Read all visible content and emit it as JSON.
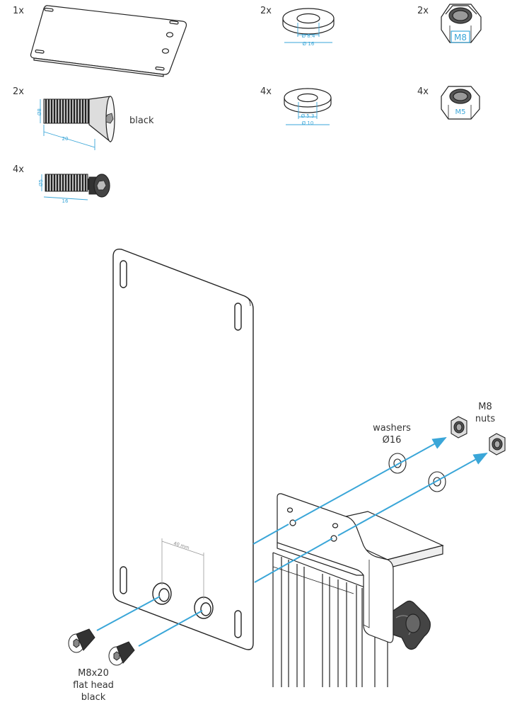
{
  "parts": {
    "plate_qty": "1x",
    "screw_m8_qty": "2x",
    "screw_m5_qty": "4x",
    "washer_m8_qty": "2x",
    "washer_m5_qty": "4x",
    "nut_m8_qty": "2x",
    "nut_m5_qty": "4x",
    "screw_m8_color": "black",
    "screw_m8_diameter": "Ø8",
    "screw_m8_length": "20",
    "screw_m5_diameter": "Ø5",
    "screw_m5_length": "16",
    "washer_m8_inner": "Ø 8.4",
    "washer_m8_outer": "Ø 16",
    "washer_m5_inner": "Ø 5.3",
    "washer_m5_outer": "Ø 10",
    "nut_m8_label": "M8",
    "nut_m5_label": "M5"
  },
  "assembly": {
    "hole_spacing": "40 mm",
    "washers_label_1": "washers",
    "washers_label_2": "Ø16",
    "nuts_label_1": "M8",
    "nuts_label_2": "nuts",
    "screw_label_1": "M8x20",
    "screw_label_2": "flat head",
    "screw_label_3": "black"
  },
  "colors": {
    "arrow": "#3aa6d8",
    "line": "#222222",
    "dim": "#3aa6d8"
  }
}
